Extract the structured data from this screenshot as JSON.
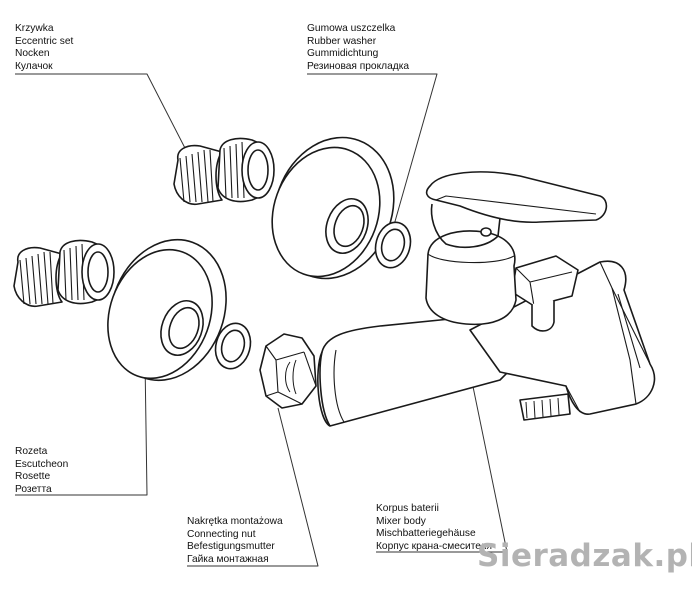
{
  "labels": {
    "eccentric": [
      "Krzywka",
      "Eccentric set",
      "Nocken",
      "Кулачок"
    ],
    "washer": [
      "Gumowa uszczelka",
      "Rubber washer",
      "Gummidichtung",
      "Резиновая прокладка"
    ],
    "rosette": [
      "Rozeta",
      "Escutcheon",
      "Rosette",
      "Розетта"
    ],
    "nut": [
      "Nakrętka montażowa",
      "Connecting nut",
      "Befestigungsmutter",
      "Гайка монтажная"
    ],
    "body": [
      "Korpus baterii",
      "Mixer body",
      "Mischbatteriegehäuse",
      "Корпус крана-смесителя"
    ]
  },
  "watermark": "Sieradzak.pl"
}
